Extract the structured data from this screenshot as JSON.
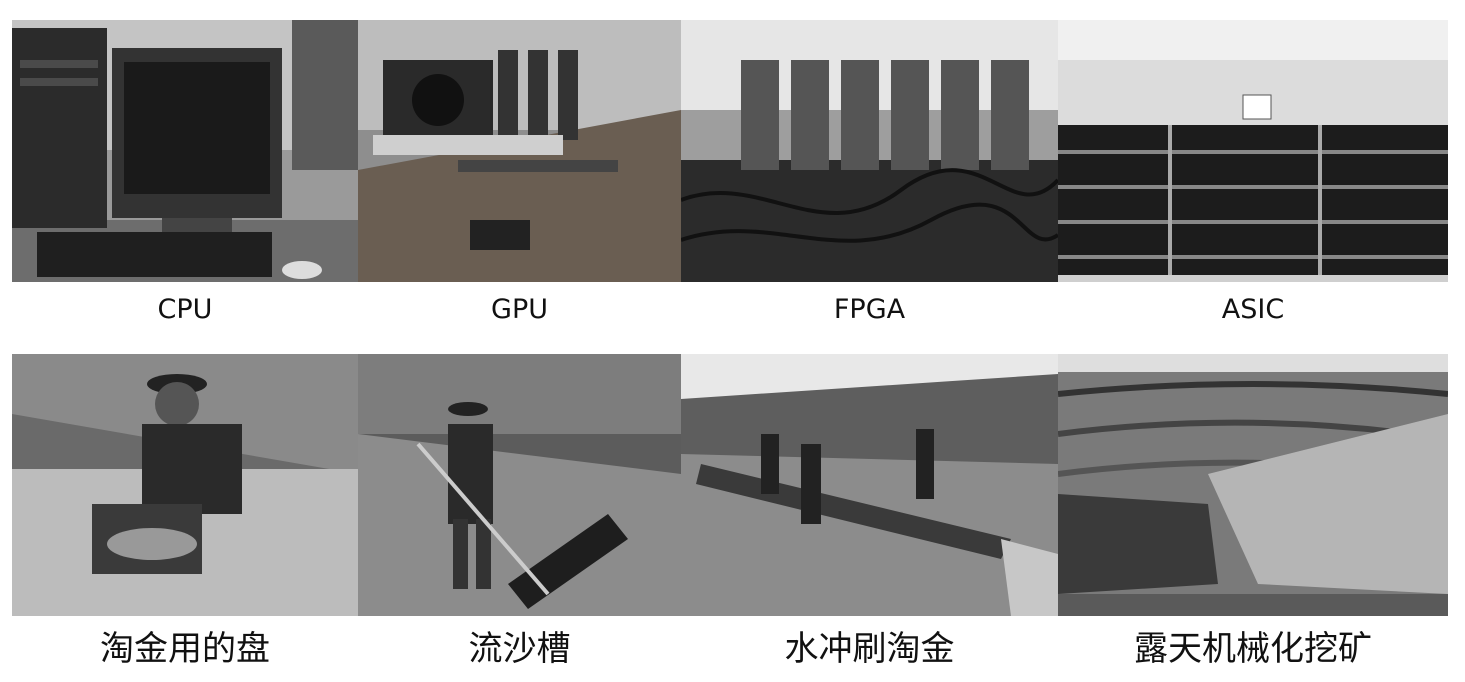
{
  "top_row": [
    {
      "caption": "CPU",
      "subject": "desktop-computer"
    },
    {
      "caption": "GPU",
      "subject": "gpu-mining-rig"
    },
    {
      "caption": "FPGA",
      "subject": "fpga-mining-boards"
    },
    {
      "caption": "ASIC",
      "subject": "asic-mining-farm"
    }
  ],
  "bottom_row": [
    {
      "caption": "淘金用的盘",
      "subject": "gold-panning-miner"
    },
    {
      "caption": "流沙槽",
      "subject": "sluice-box-miner"
    },
    {
      "caption": "水冲刷淘金",
      "subject": "hydraulic-sluicing"
    },
    {
      "caption": "露天机械化挖矿",
      "subject": "open-pit-mine"
    }
  ],
  "palette": {
    "ink": "#111111",
    "dark": "#2a2a2a",
    "mid": "#7a7a7a",
    "light": "#d8d8d8"
  }
}
